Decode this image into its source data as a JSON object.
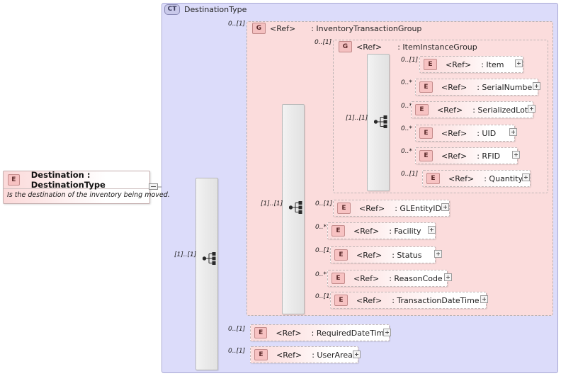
{
  "diagram": {
    "kind": "xsd-schema-diagram",
    "root_type": {
      "tag": "CT",
      "label": "DestinationType"
    },
    "root_element": {
      "tag": "E",
      "title": "Destination : DestinationType",
      "annotation": "Is the destination of the inventory being moved.",
      "collapse_icon": "minus-icon"
    },
    "colors": {
      "complextype_bg": "#dcdcfa",
      "group_bg": "#fbdcdc",
      "tag_e_bg": "#f7c2c2",
      "tag_g_bg": "#f4c0c0",
      "tag_ct_bg": "#c9c9ea",
      "seqbar_bg": "#eaeaea"
    },
    "groups": [
      {
        "id": "inventory-transaction-group",
        "tag": "G",
        "ref": "<Ref>",
        "name": ": InventoryTransactionGroup",
        "cardinality": "0..[1]"
      },
      {
        "id": "item-instance-group",
        "tag": "G",
        "ref": "<Ref>",
        "name": ": ItemInstanceGroup",
        "cardinality": "0..[1]"
      }
    ],
    "sequences": [
      {
        "id": "root-sequence",
        "cardinality": "[1]..[1]",
        "icon": "sequence-icon"
      },
      {
        "id": "inventory-sequence",
        "cardinality": "[1]..[1]",
        "icon": "sequence-icon"
      },
      {
        "id": "item-instance-sequence",
        "cardinality": "[1]..[1]",
        "icon": "sequence-icon"
      }
    ],
    "item_instance_members": [
      {
        "cardinality": "0..[1]",
        "tag": "E",
        "ref": "<Ref>",
        "name": ": Item",
        "expand": "plus-icon"
      },
      {
        "cardinality": "0..*",
        "tag": "E",
        "ref": "<Ref>",
        "name": ": SerialNumber",
        "expand": "plus-icon"
      },
      {
        "cardinality": "0..*",
        "tag": "E",
        "ref": "<Ref>",
        "name": ": SerializedLot",
        "expand": "plus-icon"
      },
      {
        "cardinality": "0..*",
        "tag": "E",
        "ref": "<Ref>",
        "name": ": UID",
        "expand": "plus-icon"
      },
      {
        "cardinality": "0..*",
        "tag": "E",
        "ref": "<Ref>",
        "name": ": RFID",
        "expand": "plus-icon"
      },
      {
        "cardinality": "0..[1]",
        "tag": "E",
        "ref": "<Ref>",
        "name": ": Quantity",
        "expand": "plus-icon"
      }
    ],
    "inventory_members": [
      {
        "cardinality": "0..[1]",
        "tag": "E",
        "ref": "<Ref>",
        "name": ": GLEntityID",
        "expand": "plus-icon"
      },
      {
        "cardinality": "0..*",
        "tag": "E",
        "ref": "<Ref>",
        "name": ": Facility",
        "expand": "plus-icon"
      },
      {
        "cardinality": "0..[1]",
        "tag": "E",
        "ref": "<Ref>",
        "name": ": Status",
        "expand": "plus-icon"
      },
      {
        "cardinality": "0..*",
        "tag": "E",
        "ref": "<Ref>",
        "name": ": ReasonCode",
        "expand": "plus-icon"
      },
      {
        "cardinality": "0..[1]",
        "tag": "E",
        "ref": "<Ref>",
        "name": ": TransactionDateTime",
        "expand": "plus-icon"
      }
    ],
    "root_members": [
      {
        "cardinality": "0..[1]",
        "tag": "E",
        "ref": "<Ref>",
        "name": ": RequiredDateTime",
        "expand": "plus-icon"
      },
      {
        "cardinality": "0..[1]",
        "tag": "E",
        "ref": "<Ref>",
        "name": ": UserArea",
        "expand": "plus-icon"
      }
    ]
  }
}
